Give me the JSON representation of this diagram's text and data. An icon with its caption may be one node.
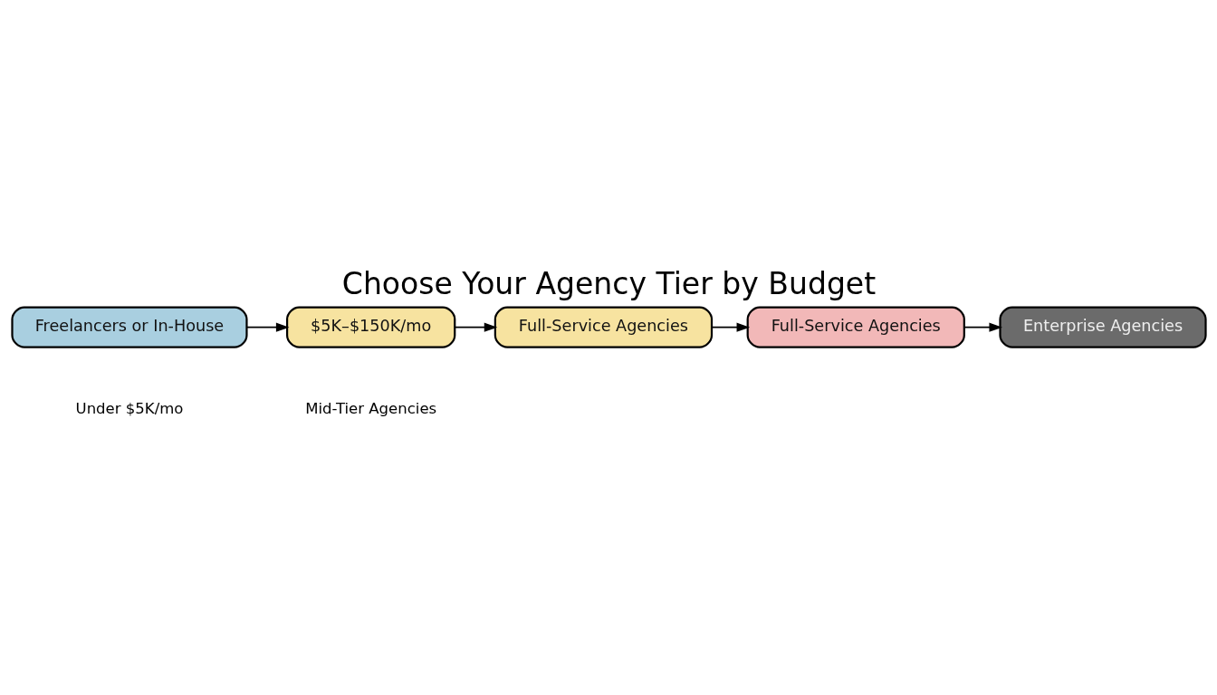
{
  "diagram": {
    "title": "Choose Your Agency Tier by Budget",
    "nodes": [
      {
        "text": [
          "Freelancers or In-House"
        ],
        "beside": [
          "Under $5K/mo"
        ]
      },
      {
        "text": [
          "$5K–$150K/mo"
        ],
        "beside": [
          "Mid-Tier Agencies"
        ]
      },
      {
        "text": [
          "Full-Service Agencies"
        ]
      },
      {
        "text": [
          "Full-Service Agencies"
        ]
      },
      {
        "text": [
          "Enterprise Agencies"
        ]
      }
    ],
    "edges": [
      {
        "from": 0,
        "to": 1,
        "arrow": "to"
      },
      {
        "from": 1,
        "to": 2,
        "arrow": "to"
      },
      {
        "from": 2,
        "to": 3,
        "arrow": "to"
      },
      {
        "from": 3,
        "to": 4,
        "arrow": "to"
      }
    ]
  }
}
